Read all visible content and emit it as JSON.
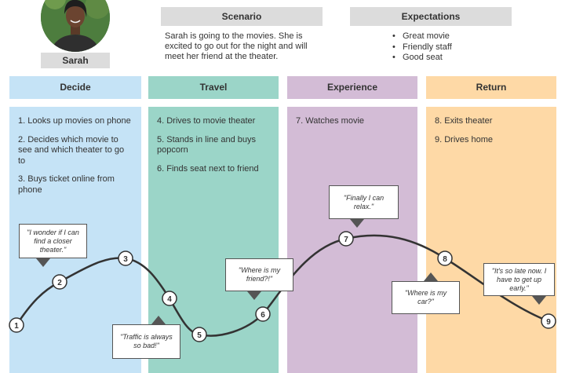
{
  "persona": {
    "name": "Sarah"
  },
  "scenario": {
    "label": "Scenario",
    "text": "Sarah is going to the movies. She is excited to go out for the night and will meet her friend at the theater."
  },
  "expectations": {
    "label": "Expectations",
    "items": [
      "Great movie",
      "Friendly staff",
      "Good seat"
    ]
  },
  "stages": [
    {
      "label": "Decide",
      "color": "#c5e3f6",
      "steps": [
        "1.  Looks up movies on phone",
        "2.  Decides which movie to see and which theater to go to",
        "3.  Buys ticket online from phone"
      ]
    },
    {
      "label": "Travel",
      "color": "#9bd5c8",
      "steps": [
        "4.  Drives to movie theater",
        "5.  Stands in line and buys popcorn",
        "6.  Finds seat next to friend"
      ]
    },
    {
      "label": "Experience",
      "color": "#d3bcd6",
      "steps": [
        "7.  Watches movie"
      ]
    },
    {
      "label": "Return",
      "color": "#fed9a6",
      "steps": [
        "8.  Exits theater",
        "9.  Drives home"
      ]
    }
  ],
  "journey_points": [
    {
      "n": "1"
    },
    {
      "n": "2"
    },
    {
      "n": "3"
    },
    {
      "n": "4"
    },
    {
      "n": "5"
    },
    {
      "n": "6"
    },
    {
      "n": "7"
    },
    {
      "n": "8"
    },
    {
      "n": "9"
    }
  ],
  "quotes": [
    "\"I wonder if I can find a closer theater.\"",
    "\"Traffic is always so bad!\"",
    "\"Where is my friend?!\"",
    "\"Finally I can relax.\"",
    "\"Where is my car?\"",
    "\"It's so late now. I have to get up early.\""
  ]
}
